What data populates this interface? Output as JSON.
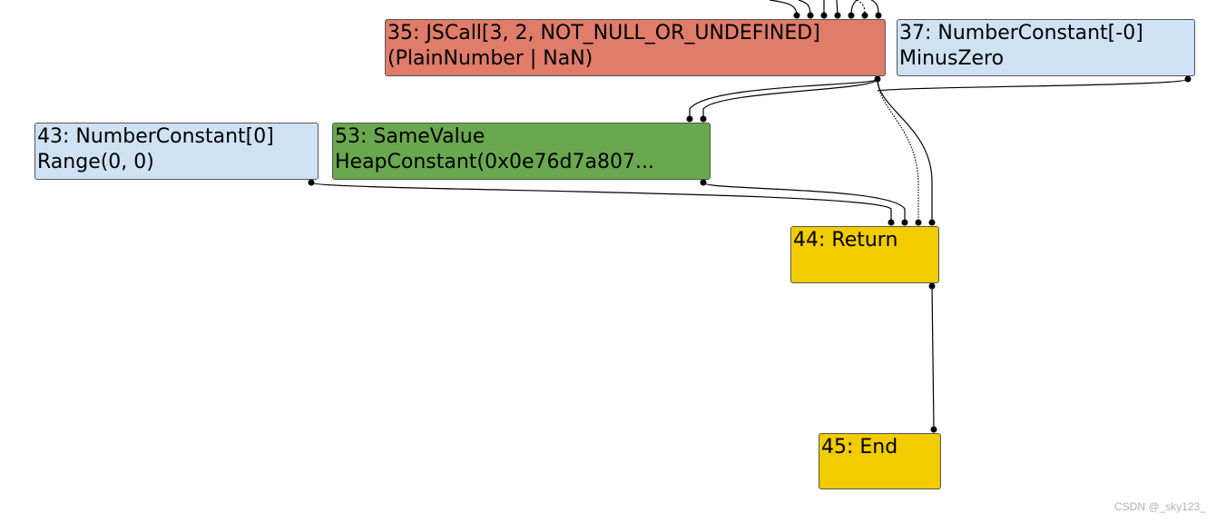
{
  "nodes": {
    "n35": {
      "title": "35: JSCall[3, 2, NOT_NULL_OR_UNDEFINED]",
      "type": "(PlainNumber | NaN)",
      "color": "#df7c6a"
    },
    "n37": {
      "title": "37: NumberConstant[-0]",
      "type": "MinusZero",
      "color": "#cfe2f3"
    },
    "n43": {
      "title": "43: NumberConstant[0]",
      "type": "Range(0, 0)",
      "color": "#cfe2f3"
    },
    "n53": {
      "title": "53: SameValue",
      "type": "HeapConstant(0x0e76d7a807...",
      "color": "#6aa84f"
    },
    "n44": {
      "title": "44: Return",
      "color": "#f1cc00"
    },
    "n45": {
      "title": "45: End",
      "color": "#f1cc00"
    }
  },
  "watermark": "CSDN @_sky123_"
}
